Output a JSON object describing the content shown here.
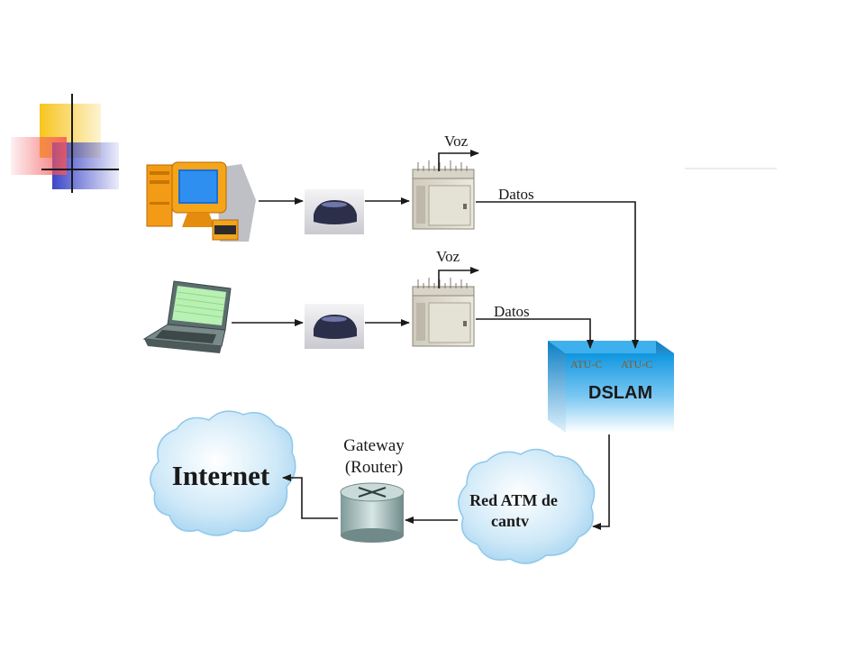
{
  "labels": {
    "voz_top": "Voz",
    "datos_top": "Datos",
    "voz_bottom": "Voz",
    "datos_bottom": "Datos",
    "atu_c_left": "ATU-C",
    "atu_c_right": "ATU-C",
    "dslam": "DSLAM",
    "gateway_line1": "Gateway",
    "gateway_line2": "(Router)",
    "red_atm_line1": "Red ATM de",
    "red_atm_line2": "cantv",
    "internet": "Internet"
  },
  "colors": {
    "deco_yellow": "#f7c51e",
    "deco_red": "#f2555a",
    "deco_blue": "#3c46c8",
    "dslam_blue": "#1aa0e6",
    "cloud_blue": "#bfe2f6",
    "arrow": "#1a1a1a"
  },
  "icons": {
    "desktop": "desktop-computer-icon",
    "laptop": "laptop-icon",
    "modem": "adsl-modem-icon",
    "splitter": "splitter-cabinet-icon",
    "router": "router-icon"
  }
}
